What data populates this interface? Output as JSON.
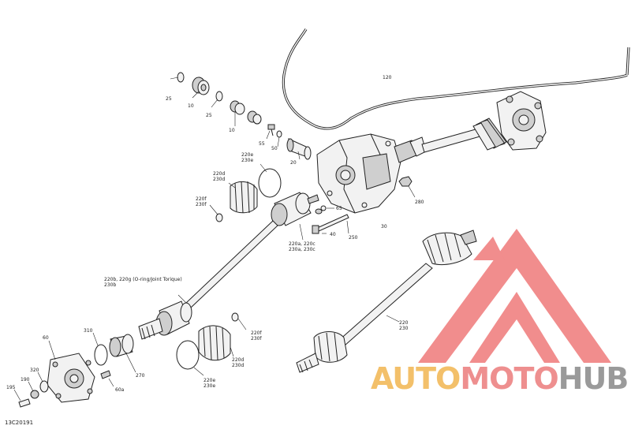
{
  "diagram": {
    "reference_code": "13C20191",
    "labels": {
      "p25a": "25",
      "p10a": "10",
      "p25b": "25",
      "p10b": "10",
      "p55": "55",
      "p50": "50",
      "p20": "20",
      "p120": "120",
      "p220e_230e_top_1": "220e",
      "p220e_230e_top_2": "230e",
      "p220d_230d_top_1": "220d",
      "p220d_230d_top_2": "230d",
      "p220f_230f_top_1": "220f",
      "p220f_230f_top_2": "230f",
      "p65": "65",
      "p280": "280",
      "p30": "30",
      "p40": "40",
      "p250": "250",
      "p220a_1": "220a, 220c",
      "p220a_2": "230a, 230c",
      "p220b_1": "220b, 220g (O-ring/Joint Torique)",
      "p220b_2": "230b",
      "p310": "310",
      "p60": "60",
      "p270": "270",
      "p320": "320",
      "p190": "190",
      "p195": "195",
      "p60a": "60a",
      "p220f_230f_bot_1": "220f",
      "p220f_230f_bot_2": "230f",
      "p220d_230d_bot_1": "220d",
      "p220d_230d_bot_2": "230d",
      "p220e_230e_bot_1": "220e",
      "p220e_230e_bot_2": "230e",
      "p220_230_1": "220",
      "p220_230_2": "230"
    }
  },
  "watermark": {
    "brand_part1": "AUTO",
    "brand_part2": "MOTO",
    "brand_part3": "HUB",
    "colors": {
      "part1": "#f3c06a",
      "part2": "#ee8f8f",
      "part3": "#9a9a9a",
      "triangle": "#ef7a7a"
    }
  }
}
